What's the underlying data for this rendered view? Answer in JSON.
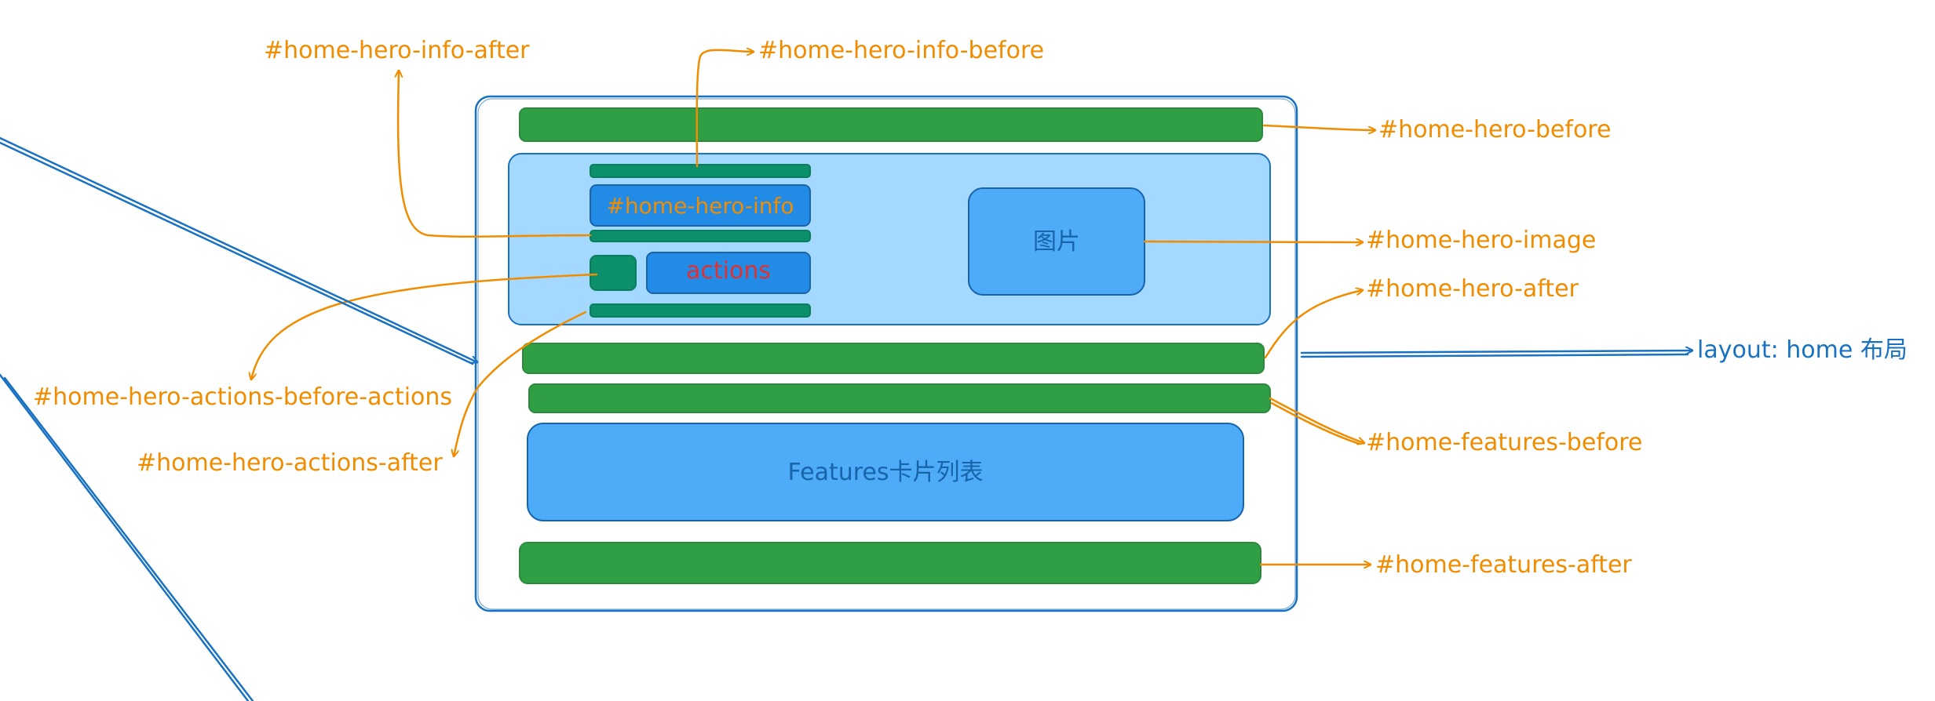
{
  "layout_label": "layout: home 布局",
  "labels": {
    "hero_info_after": "#home-hero-info-after",
    "hero_info_before": "#home-hero-info-before",
    "hero_before": "#home-hero-before",
    "hero_image": "#home-hero-image",
    "hero_after": "#home-hero-after",
    "actions_before_actions": "#home-hero-actions-before-actions",
    "actions_after": "#home-hero-actions-after",
    "features_before": "#home-features-before",
    "features_after": "#home-features-after"
  },
  "inside": {
    "hero_info": "#home-hero-info",
    "actions": "actions",
    "image": "图片",
    "features": "Features卡片列表"
  },
  "colors": {
    "label_orange": "#f08c00",
    "label_blue": "#1971c2",
    "slot_green": "#2f9e44",
    "hero_bg": "#a5d8ff",
    "block_blue": "#4dabf7",
    "info_blue": "#228be6",
    "actions_red": "#e03131"
  }
}
